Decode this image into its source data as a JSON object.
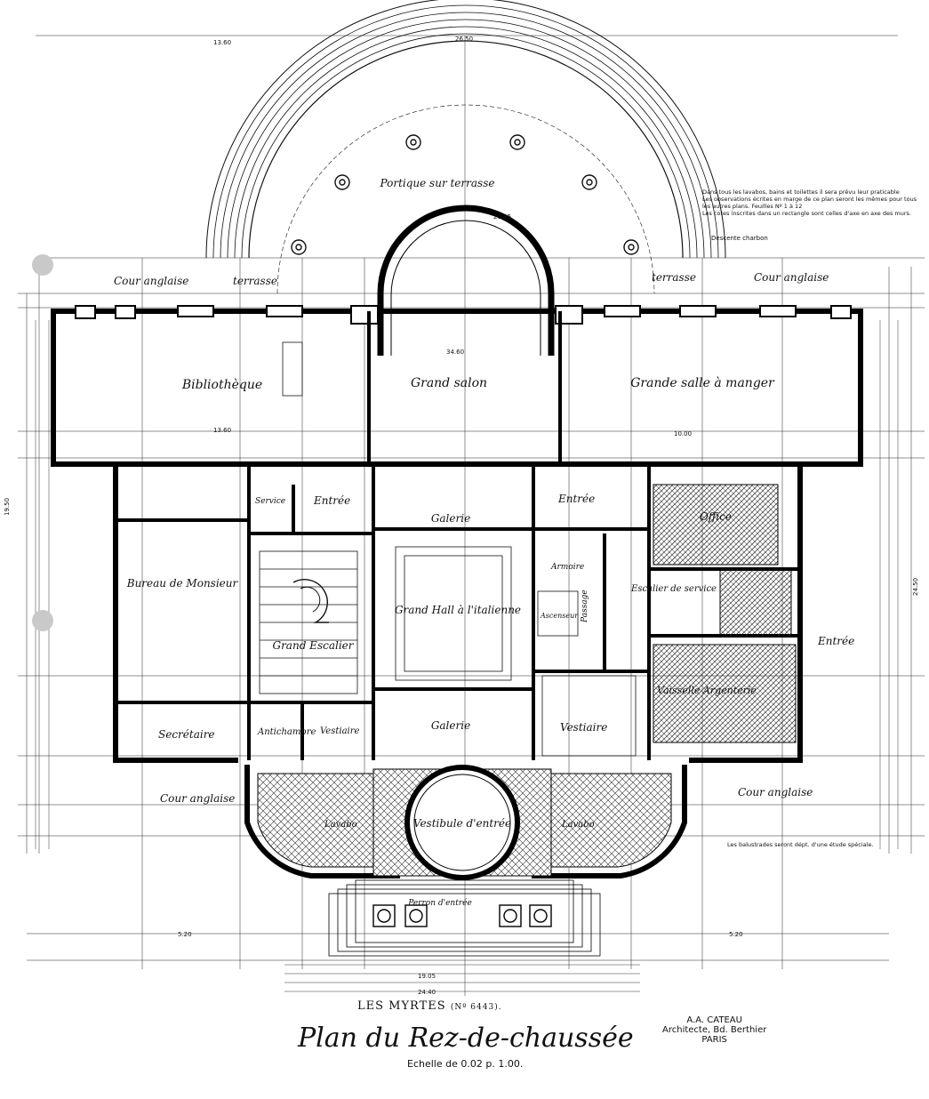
{
  "plan": {
    "estate": "LES MYRTES",
    "estate_ref": "(Nº 6443).",
    "title": "Plan du Rez-de-chaussée",
    "scale": "Echelle de 0.02 p. 1.00.",
    "architect_line1": "A.A. CATEAU",
    "architect_line2": "Architecte, Bd. Berthier",
    "architect_line3": "PARIS"
  },
  "rooms": {
    "portique": "Portique sur terrasse",
    "bibliotheque": "Bibliothèque",
    "grand_salon": "Grand salon",
    "grande_salle": "Grande salle à manger",
    "cour_anglaise_nw": "Cour anglaise",
    "terrasse_w": "terrasse",
    "terrasse_e": "terrasse",
    "cour_anglaise_ne": "Cour anglaise",
    "service": "Service",
    "entree_w": "Entrée",
    "galerie_n": "Galerie",
    "entree_e": "Entrée",
    "office": "Office",
    "bureau": "Bureau de Monsieur",
    "grand_escalier": "Grand Escalier",
    "grand_hall": "Grand Hall à l'italienne",
    "armoire": "Armoire",
    "ascenseur": "Ascenseur",
    "passage": "Passage",
    "escalier_service": "Escalier de service",
    "vaisselle": "Vaisselle Argenterie",
    "entree_e2": "Entrée",
    "secretaire": "Secrétaire",
    "antichambre": "Antichambre",
    "vestiaire_w": "Vestiaire",
    "galerie_s": "Galerie",
    "vestiaire_e": "Vestiaire",
    "cour_anglaise_sw": "Cour anglaise",
    "cour_anglaise_se": "Cour anglaise",
    "lavabo_w": "Lavabo",
    "lavabo_e": "Lavabo",
    "vestibule": "Vestibule d'entrée",
    "perron": "Perron d'entrée"
  },
  "notes": {
    "top_1": "Dans tous les lavabos, bains et toilettes il sera prévu leur praticable",
    "top_2": "Les observations écrites en marge de ce plan seront les mêmes pour tous les autres plans. Feuilles Nº 1 à 12",
    "top_3": "Les cotes inscrites dans un rectangle sont celles d'axe en axe des murs.",
    "descente": "Descente charbon",
    "balustrades": "Les balustrades seront dépt. d'une étude spéciale."
  },
  "dimensions": {
    "top_total": "26.50",
    "top_left": "13.60",
    "portique_width": "20.85",
    "salon_width": "34.60",
    "lib_width": "13.60",
    "salle_width": "10.00",
    "left_total": "19.50",
    "right_total": "24.50",
    "bottom_1": "19.05",
    "bottom_2": "24.40",
    "side_5": "5.20",
    "side_6": "5.20"
  }
}
